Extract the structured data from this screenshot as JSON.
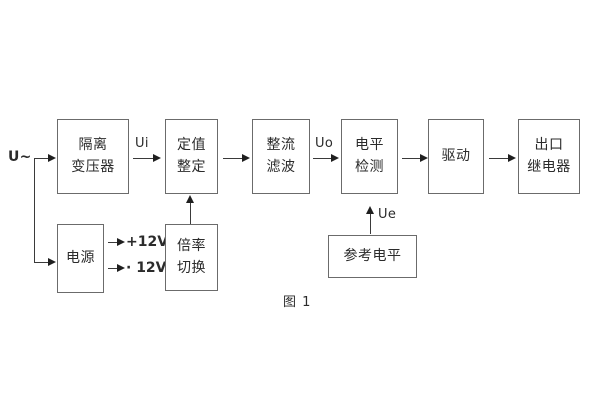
{
  "figure": {
    "caption": "图 1",
    "background_color": "#ffffff",
    "box_border_color": "#6b6b6b",
    "line_color": "#3a3a3a",
    "text_color": "#2b2b2b"
  },
  "blocks": [
    {
      "id": "isolation-transformer",
      "lines": [
        "隔离",
        "变压器"
      ]
    },
    {
      "id": "setting-value",
      "lines": [
        "定值",
        "整定"
      ]
    },
    {
      "id": "rectify-filter",
      "lines": [
        "整流",
        "滤波"
      ]
    },
    {
      "id": "level-detect",
      "lines": [
        "电平",
        "检测"
      ]
    },
    {
      "id": "drive",
      "lines": [
        "驱动"
      ]
    },
    {
      "id": "output-relay",
      "lines": [
        "出口",
        "继电器"
      ]
    },
    {
      "id": "power-supply",
      "lines": [
        "电源"
      ]
    },
    {
      "id": "multiplier-switch",
      "lines": [
        "倍率",
        "切换"
      ]
    },
    {
      "id": "reference-level",
      "lines": [
        "参考电平"
      ]
    }
  ],
  "signals": {
    "input_source": "U~",
    "ui": "Ui",
    "uo": "Uo",
    "ue": "Ue",
    "rail_positive": "+12V",
    "rail_negative": "· 12V"
  }
}
